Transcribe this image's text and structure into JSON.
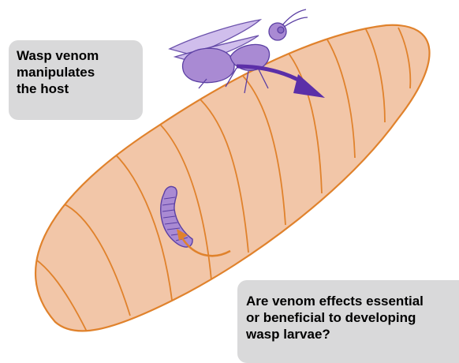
{
  "callouts": {
    "top_left": {
      "lines": [
        "Wasp venom",
        "manipulates",
        "the host"
      ]
    },
    "bottom_right": {
      "lines": [
        "Are venom effects essential",
        "or beneficial to developing",
        "wasp larvae?"
      ]
    }
  },
  "colors": {
    "host_fill": "#f2c6a8",
    "host_outline": "#e0822c",
    "wasp_fill": "#a98ad3",
    "wasp_outline": "#5b3fa3",
    "arrow_purple": "#5b2fa8",
    "arrow_orange": "#e0822c",
    "callout_bg": "#d9d9da"
  },
  "icons": [
    "wasp-icon",
    "wasp-larva-icon",
    "curved-arrow-icon"
  ]
}
